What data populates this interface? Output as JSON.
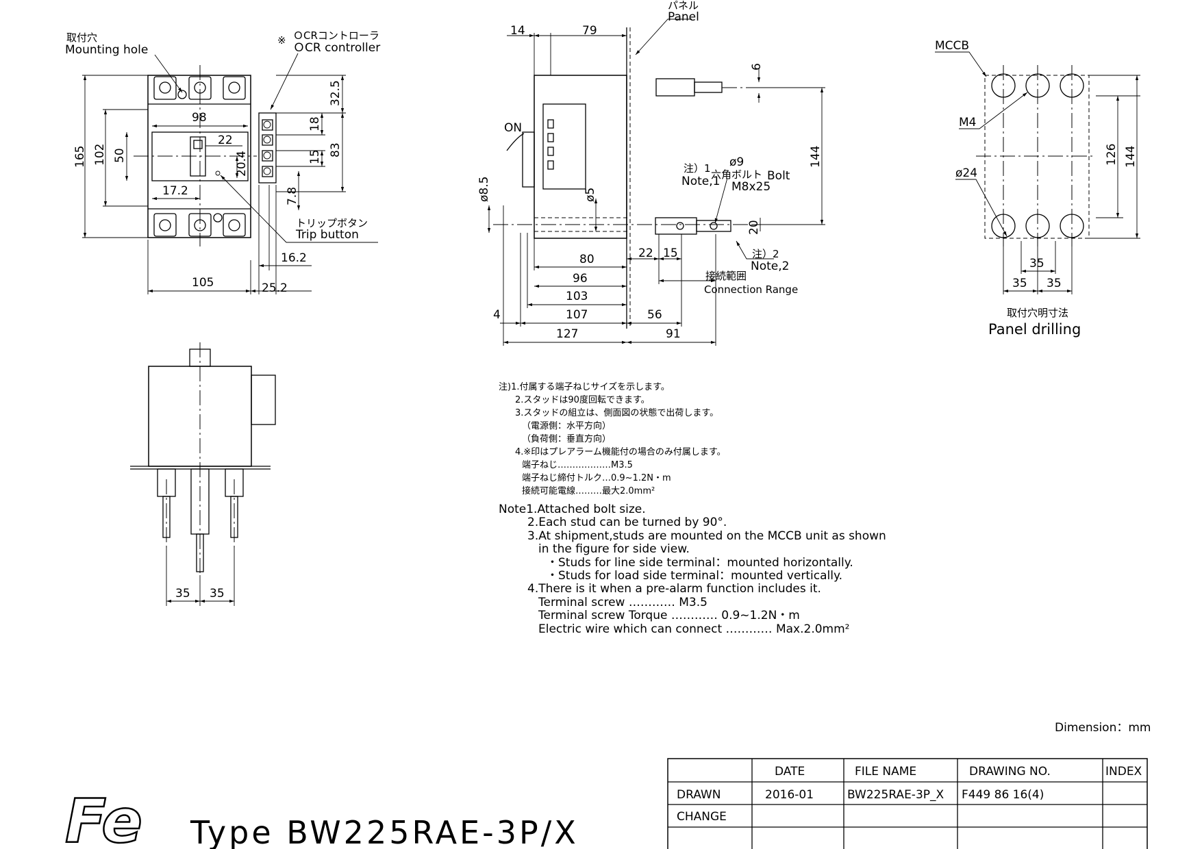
{
  "front_view": {
    "mounting_hole_jp": "取付穴",
    "mounting_hole_en": "Mounting hole",
    "ocr_mark": "※",
    "ocr_jp": "ＯCRコントローラ",
    "ocr_en": "ＯCR controller",
    "trip_jp": "トリップボタン",
    "trip_en": "Trip button",
    "dims": {
      "d98": "98",
      "d22": "22",
      "d50": "50",
      "d102": "102",
      "d165": "165",
      "d172": "17.2",
      "d204": "20.4",
      "d325": "32.5",
      "d18": "18",
      "d15": "15",
      "d83": "83",
      "d78": "7.8",
      "d162": "16.2",
      "d105": "105",
      "d252": "25.2"
    }
  },
  "side_view": {
    "panel_jp": "パネル",
    "panel_en": "Panel",
    "on_label": "ON",
    "note1_jp": "注）1",
    "note1_en": "Note,1",
    "phi9": "ø9",
    "bolt_jp": "六角ボルト",
    "bolt_en": "Bolt",
    "bolt_size": "M8x25",
    "note2_jp": "注）2",
    "note2_en": "Note,2",
    "conn_jp": "接続範囲",
    "conn_en": "Connection Range",
    "dims": {
      "d14": "14",
      "d79": "79",
      "d6": "6",
      "d144": "144",
      "d85": "ø8.5",
      "d5": "ø5",
      "d20": "20",
      "d80": "80",
      "d22": "22",
      "d15": "15",
      "d96": "96",
      "d103": "103",
      "d4": "4",
      "d107": "107",
      "d56": "56",
      "d127": "127",
      "d91": "91"
    }
  },
  "panel_drilling": {
    "mccb": "MCCB",
    "m4": "M4",
    "phi24": "ø24",
    "d126": "126",
    "d144": "144",
    "d35a": "35",
    "d35b": "35",
    "d35c": "35",
    "title_jp": "取付穴明寸法",
    "title_en": "Panel drilling"
  },
  "bottom_view": {
    "d35a": "35",
    "d35b": "35"
  },
  "notes_jp": [
    "注)1.付属する端子ねじサイズを示します。",
    "2.スタッドは90度回転できます。",
    "3.スタッドの組立は、側面図の状態で出荷します。",
    "（電源側：水平方向）",
    "（負荷側：垂直方向）",
    "4.※印はプレアラーム機能付の場合のみ付属します。",
    "端子ねじ………………M3.5",
    "端子ねじ締付トルク…0.9~1.2N・m",
    "接続可能電線………最大2.0mm²"
  ],
  "notes_en": [
    "Note1.Attached bolt size.",
    "2.Each stud can be turned by 90°.",
    "3.At shipment,studs are mounted on the MCCB unit as shown",
    "in the figure for side view.",
    "・Studs for line side terminal：mounted horizontally.",
    "・Studs for load side terminal：mounted vertically.",
    "4.There is it when a pre-alarm function includes it.",
    "Terminal screw ………… M3.5",
    "Terminal screw Torque ………… 0.9~1.2N・m",
    "Electric wire which can connect ………… Max.2.0mm²"
  ],
  "dimension_unit": "Dimension：mm",
  "title_block": {
    "headers": [
      "DATE",
      "FILE NAME",
      "DRAWING NO.",
      "INDEX"
    ],
    "rows": [
      {
        "label": "DRAWN",
        "date": "2016-01",
        "file": "BW225RAE-3P_X",
        "drawing": "F449 86 16(4)",
        "index": ""
      },
      {
        "label": "CHANGE",
        "date": "",
        "file": "",
        "drawing": "",
        "index": ""
      }
    ]
  },
  "logo": "Fe",
  "type_title": "Type BW225RAE-3P/X"
}
